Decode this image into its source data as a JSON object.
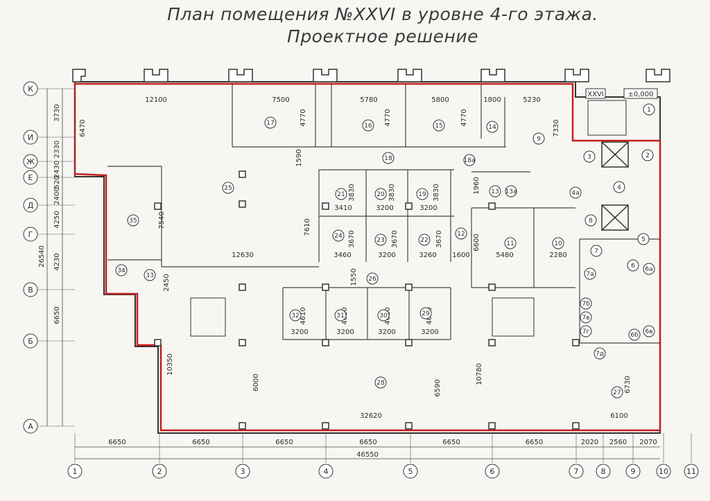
{
  "title": {
    "line1": "План помещения №XXVI в уровне 4-го этажа.",
    "line2": "Проектное решение"
  },
  "colors": {
    "boundary": "#c41e1e",
    "line": "#333333",
    "paper": "#f7f6f2"
  },
  "axes_vertical": [
    "1",
    "2",
    "3",
    "4",
    "5",
    "6",
    "7",
    "8",
    "9",
    "10",
    "11"
  ],
  "axes_horizontal": [
    "К",
    "И",
    "Ж",
    "Е",
    "Д",
    "Г",
    "В",
    "Б",
    "А"
  ],
  "dims_bottom": {
    "segments": [
      "6650",
      "6650",
      "6650",
      "6650",
      "6650",
      "6650",
      "2020",
      "2560",
      "2070"
    ],
    "total": "46550"
  },
  "dims_left": {
    "segments": [
      "3730",
      "2330",
      "2430",
      "520",
      "2400",
      "4250",
      "4230",
      "6650"
    ],
    "total": "26540"
  },
  "dims_interior": [
    "12100",
    "7500",
    "5780",
    "5800",
    "1800",
    "5230",
    "6470",
    "4770",
    "4770",
    "4770",
    "7330",
    "1590",
    "3830",
    "3830",
    "3830",
    "3410",
    "3200",
    "3200",
    "7610",
    "7540",
    "3670",
    "3670",
    "3670",
    "3460",
    "3200",
    "3260",
    "1600",
    "6600",
    "5480",
    "2280",
    "12630",
    "1960",
    "2450",
    "1550",
    "4610",
    "4610",
    "4610",
    "4610",
    "3200",
    "3200",
    "3200",
    "3200",
    "10350",
    "6000",
    "6590",
    "10780",
    "6730",
    "32620",
    "6100"
  ],
  "rooms": [
    "1",
    "2",
    "3",
    "4",
    "4а",
    "5",
    "6",
    "6а",
    "6б",
    "6в",
    "7",
    "7а",
    "7б",
    "7в",
    "7г",
    "7д",
    "8",
    "9",
    "10",
    "11",
    "12",
    "13",
    "13а",
    "14",
    "15",
    "16",
    "17",
    "18",
    "18а",
    "19",
    "20",
    "21",
    "22",
    "23",
    "24",
    "25",
    "26",
    "27",
    "28",
    "29",
    "30",
    "31",
    "32",
    "33",
    "34",
    "35"
  ],
  "stair_label": "XXVI",
  "level_mark": "±0,000"
}
